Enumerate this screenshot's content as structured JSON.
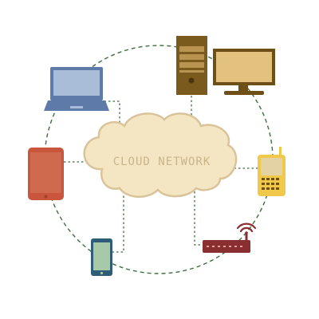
{
  "cloud": {
    "label": "CLOUD NETWORK"
  },
  "colors": {
    "background": "#ffffff",
    "ring_line": "#3f6f3f",
    "cloud_fill": "#f5e6c3",
    "cloud_stroke": "#d9c39a",
    "cloud_text": "#c8b58a",
    "laptop": "#5d7aa8",
    "laptop_screen": "#a9bdd9",
    "tower": "#7b5a1e",
    "monitor_frame": "#6e4f17",
    "monitor_screen": "#e2c27e",
    "tablet": "#c8553c",
    "handheld": "#f0c94a",
    "phone_body": "#2f5d78",
    "phone_screen": "#a8c9a8",
    "router": "#8a2f2f"
  },
  "devices": [
    {
      "id": "laptop",
      "icon": "laptop-icon"
    },
    {
      "id": "desktop-tower",
      "icon": "computer-tower-icon"
    },
    {
      "id": "monitor",
      "icon": "monitor-icon"
    },
    {
      "id": "tablet",
      "icon": "tablet-icon"
    },
    {
      "id": "handheld",
      "icon": "handheld-device-icon"
    },
    {
      "id": "smartphone",
      "icon": "smartphone-icon"
    },
    {
      "id": "router",
      "icon": "wifi-router-icon"
    }
  ]
}
